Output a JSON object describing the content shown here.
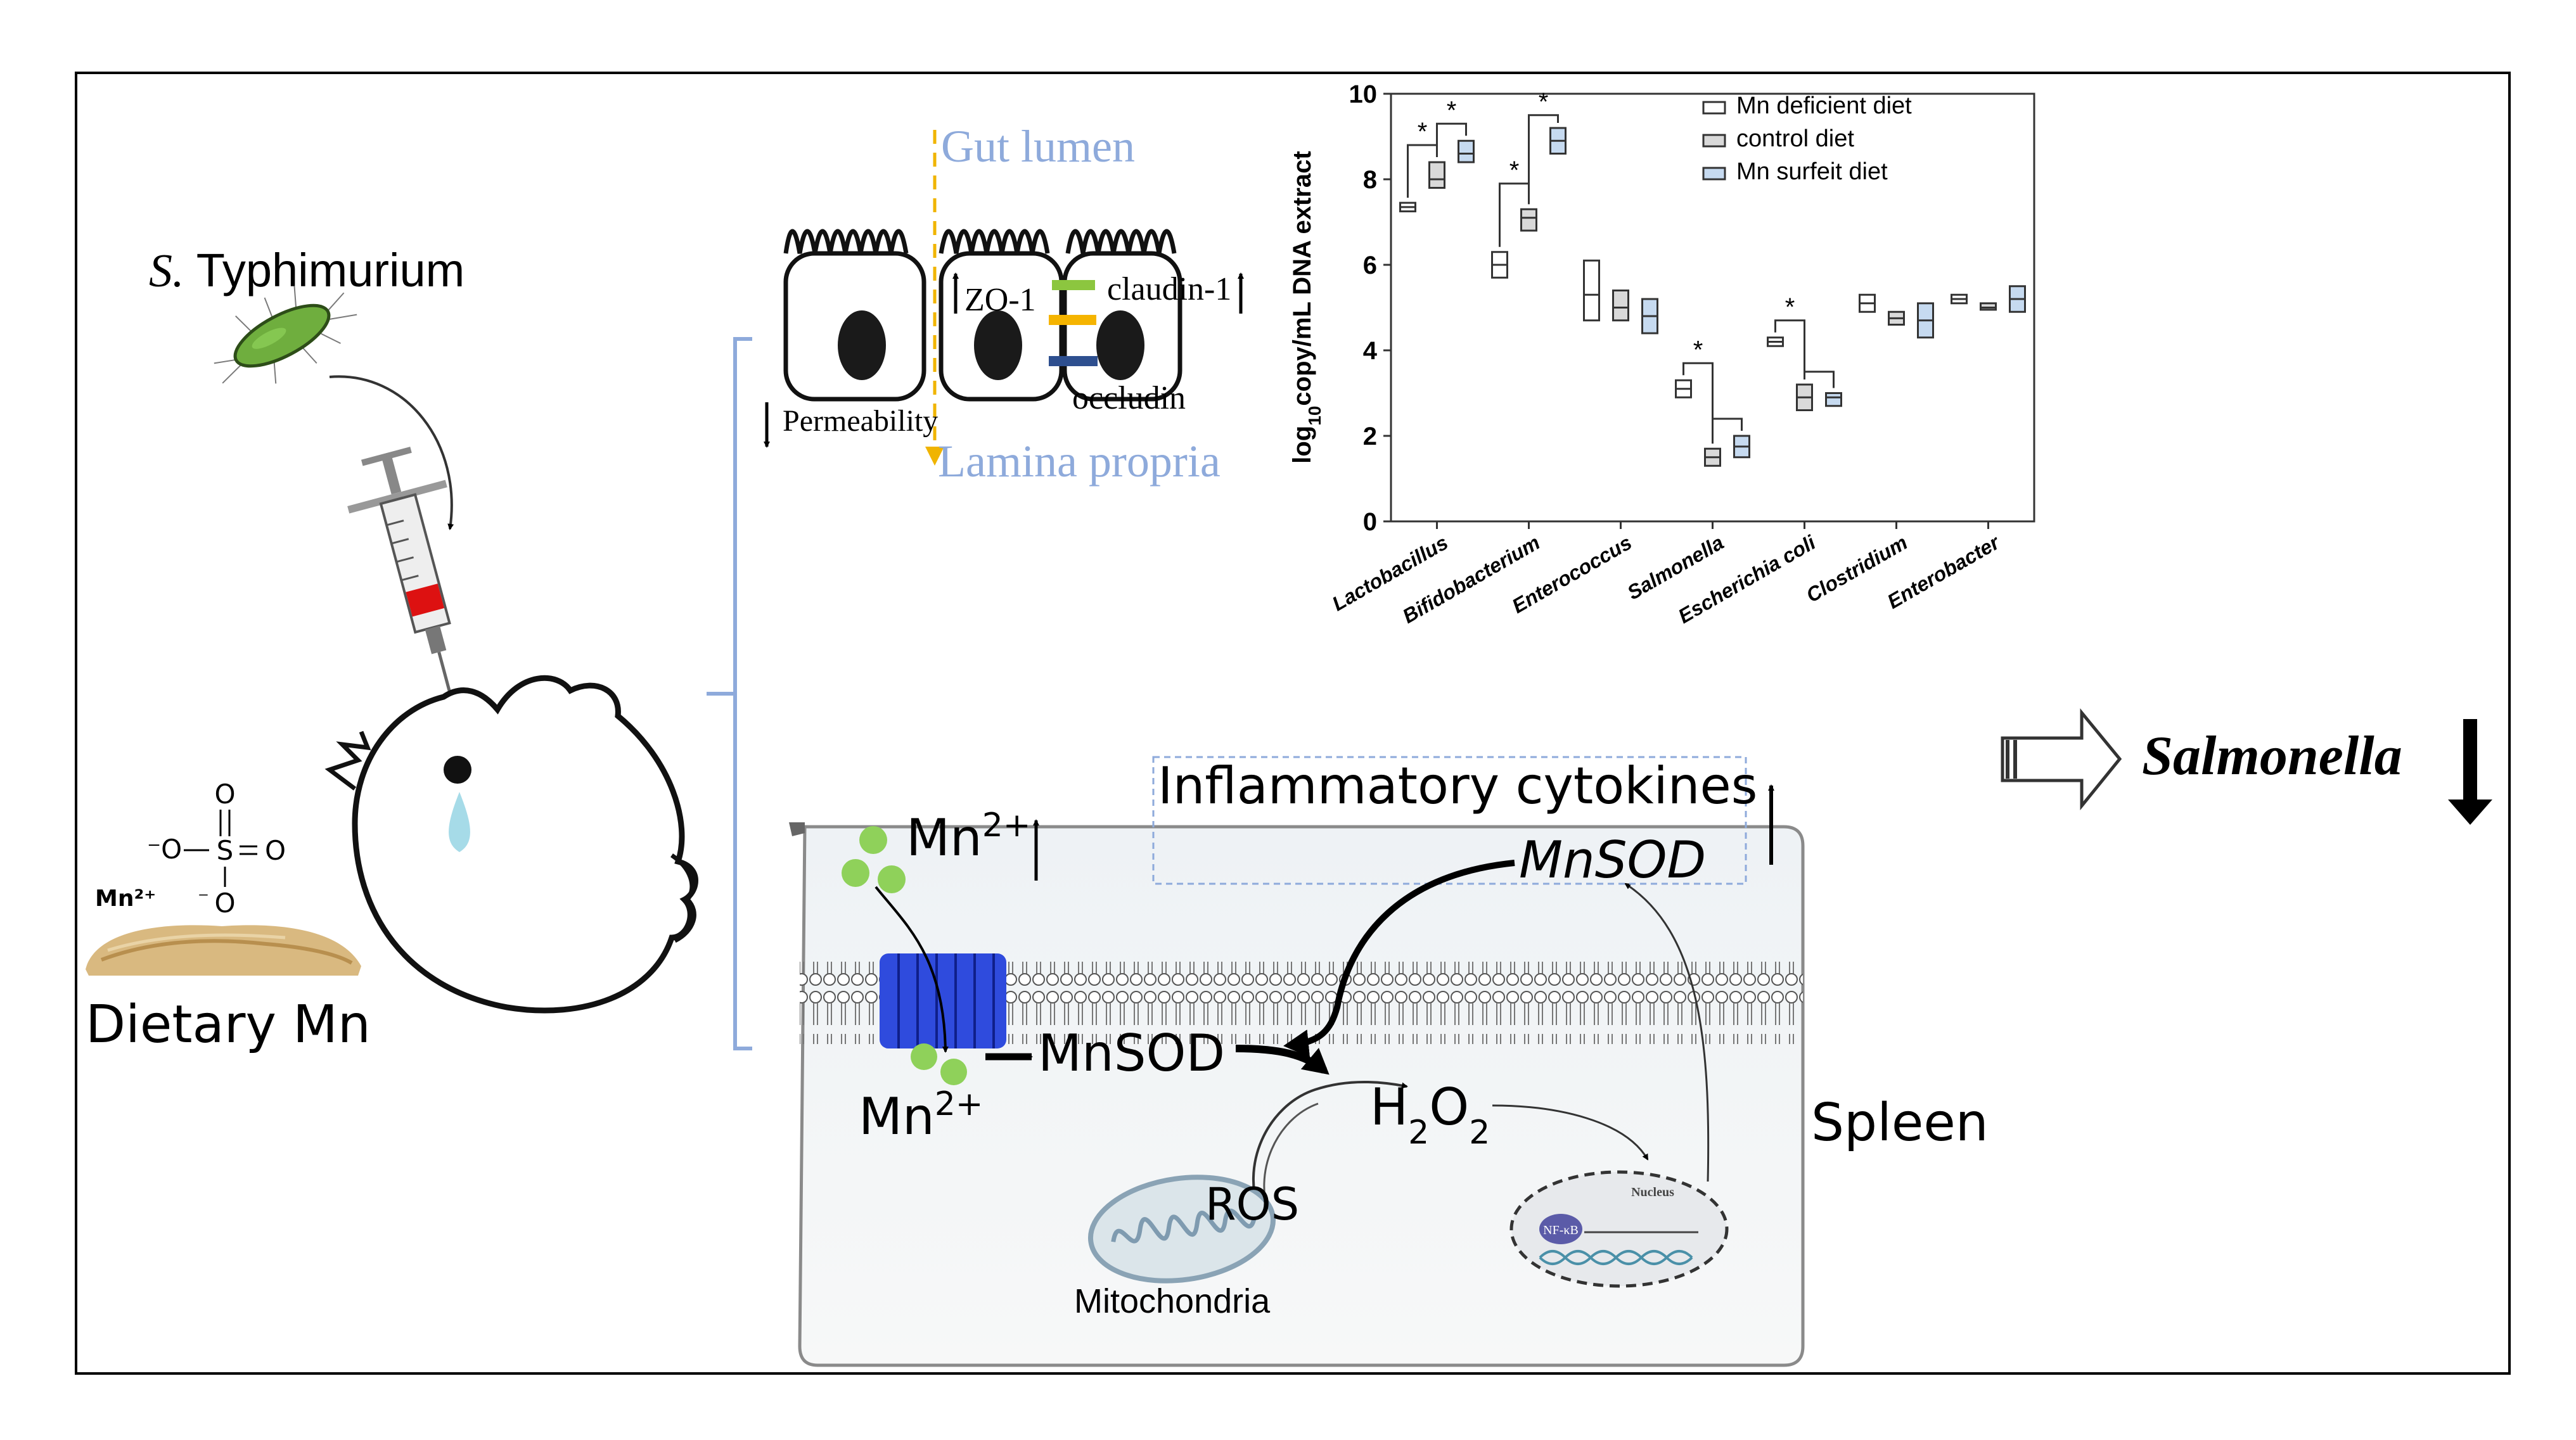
{
  "figure": {
    "left_panel": {
      "pathogen_label_italic": "S.",
      "pathogen_label_rest": " Typhimurium",
      "diet_label": "Dietary Mn",
      "sulfate": {
        "o_top": "O",
        "o_left": "⁻O",
        "s": "S",
        "o_right": "O",
        "o_bottom": "O",
        "minus_bottom": "⁻",
        "mn_ion": "Mn²⁺"
      }
    },
    "gut_panel": {
      "gut_lumen": "Gut lumen",
      "lamina_propria": "Lamina  propria",
      "zo1": "ZO-1",
      "claudin": "claudin-1",
      "occludin": "occludin",
      "permeability": "Permeability"
    },
    "spleen_panel": {
      "mn_top_base": "Mn",
      "mn_top_sup": "2+",
      "mn_bottom_base": "Mn",
      "mn_bottom_sup": "2+",
      "mnsod_cell": "MnSOD",
      "mnsod_nucleus_out": "MnSOD",
      "h2o2": {
        "h": "H",
        "sub1": "2",
        "o": "O",
        "sub2": "2"
      },
      "ros": "ROS",
      "mitochondria": "Mitochondria",
      "inflammatory": "Inflammatory cytokines",
      "nucleus": "Nucleus",
      "nfkb": "NF-κB",
      "spleen": "Spleen"
    },
    "outcome": {
      "label": "Salmonella"
    }
  },
  "chart_data": {
    "type": "box",
    "ylabel_prefix": "log",
    "ylabel_sub": "10",
    "ylabel_rest": "copy/mL DNA extract",
    "ylim": [
      0,
      10
    ],
    "yticks": [
      "0",
      "2",
      "4",
      "6",
      "8",
      "10"
    ],
    "categories": [
      "Lactobacillus",
      "Bifidobacterium",
      "Enterococcus",
      "Salmonella",
      "Escherichia coli",
      "Clostridium",
      "Enterobacter"
    ],
    "series": [
      {
        "name": "Mn deficient diet",
        "color": "#ffffff",
        "values": [
          [
            7.25,
            7.35,
            7.45
          ],
          [
            5.7,
            6.0,
            6.3
          ],
          [
            4.7,
            5.3,
            6.1
          ],
          [
            2.9,
            3.1,
            3.3
          ],
          [
            4.1,
            4.2,
            4.3
          ],
          [
            4.9,
            5.1,
            5.3
          ],
          [
            5.1,
            5.2,
            5.3
          ]
        ]
      },
      {
        "name": "control diet",
        "color": "#d9d9d9",
        "values": [
          [
            7.8,
            8.0,
            8.4
          ],
          [
            6.8,
            7.1,
            7.3
          ],
          [
            4.7,
            5.0,
            5.4
          ],
          [
            1.3,
            1.5,
            1.7
          ],
          [
            2.6,
            2.9,
            3.2
          ],
          [
            4.6,
            4.75,
            4.9
          ],
          [
            4.95,
            5.0,
            5.1
          ]
        ]
      },
      {
        "name": "Mn surfeit diet",
        "color": "#c6daf0",
        "values": [
          [
            8.4,
            8.6,
            8.9
          ],
          [
            8.6,
            8.9,
            9.2
          ],
          [
            4.4,
            4.8,
            5.2
          ],
          [
            1.5,
            1.75,
            2.0
          ],
          [
            2.7,
            2.9,
            3.0
          ],
          [
            4.3,
            4.7,
            5.1
          ],
          [
            4.9,
            5.2,
            5.5
          ]
        ]
      }
    ],
    "significance_marker": "*",
    "legend_position": "top-right",
    "grid": false
  },
  "colors": {
    "membrane_head": "#ffffff",
    "transporter": "#2f4bdd",
    "mn_particle": "#8fd15a",
    "claudin_line": "#8cc63f",
    "zo1_line": "#f5b400",
    "occludin_line": "#2e4f8f",
    "lumen_label": "#8eaadb",
    "dashed_arrow": "#f0b400"
  }
}
